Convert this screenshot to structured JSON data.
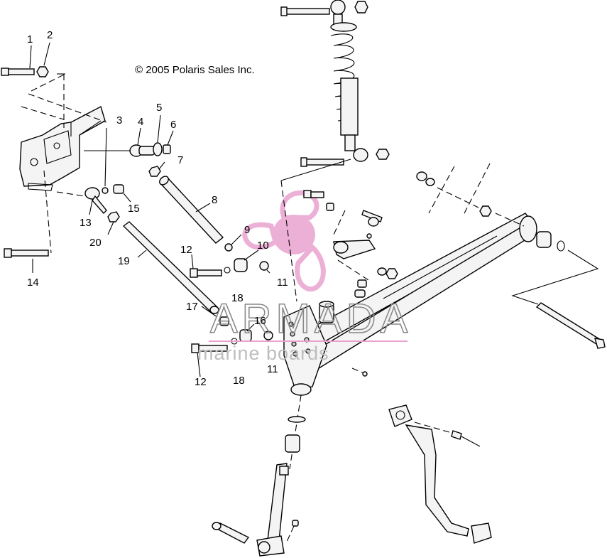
{
  "copyright": "© 2005 Polaris Sales Inc.",
  "watermark": {
    "brand": "ARMADA",
    "tagline": "marine boards",
    "logo_color": "#e9a3d0",
    "logo_icon": "propeller-icon"
  },
  "callouts": [
    "1",
    "2",
    "3",
    "4",
    "5",
    "6",
    "7",
    "8",
    "9",
    "10",
    "11",
    "11",
    "12",
    "12",
    "13",
    "14",
    "15",
    "16",
    "17",
    "18",
    "18",
    "19",
    "20"
  ]
}
